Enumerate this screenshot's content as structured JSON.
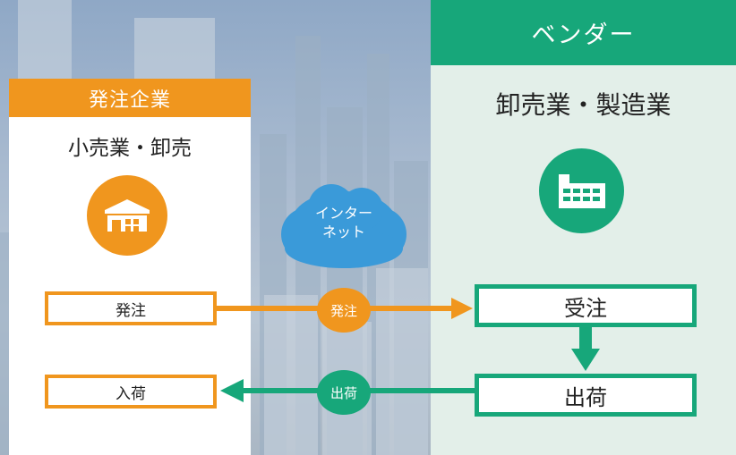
{
  "left_panel": {
    "header": "発注企業",
    "subtitle": "小売業・卸売",
    "icon": "store-icon",
    "boxes": {
      "order": "発注",
      "arrival": "入荷"
    }
  },
  "right_panel": {
    "header": "ベンダー",
    "subtitle": "卸売業・製造業",
    "icon": "factory-icon",
    "boxes": {
      "receive_order": "受注",
      "shipment": "出荷"
    }
  },
  "cloud": {
    "line1": "インター",
    "line2": "ネット"
  },
  "flows": {
    "order_label": "発注",
    "ship_label": "出荷"
  },
  "colors": {
    "orange": "#f0961e",
    "green": "#17a77a",
    "cloud_blue": "#3a9ad9"
  }
}
